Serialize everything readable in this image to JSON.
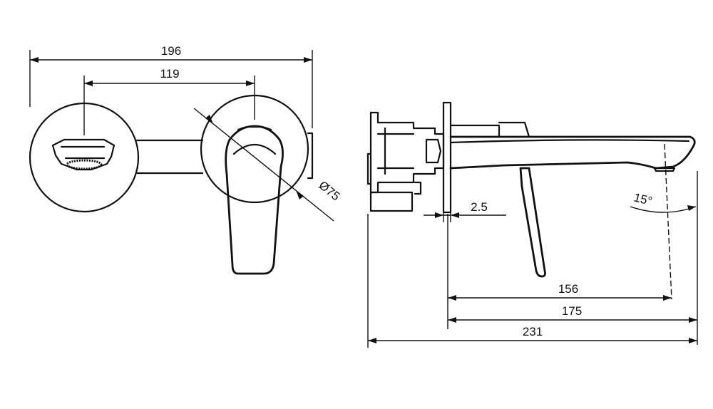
{
  "dimensions": {
    "overall_width_front": "196",
    "handle_to_spout_front": "119",
    "plate_diameter": "Ø75",
    "wall_offset": "2.5",
    "spout_to_outlet": "156",
    "plate_to_spout_end": "175",
    "total_projection": "231",
    "spout_angle": "15°"
  }
}
